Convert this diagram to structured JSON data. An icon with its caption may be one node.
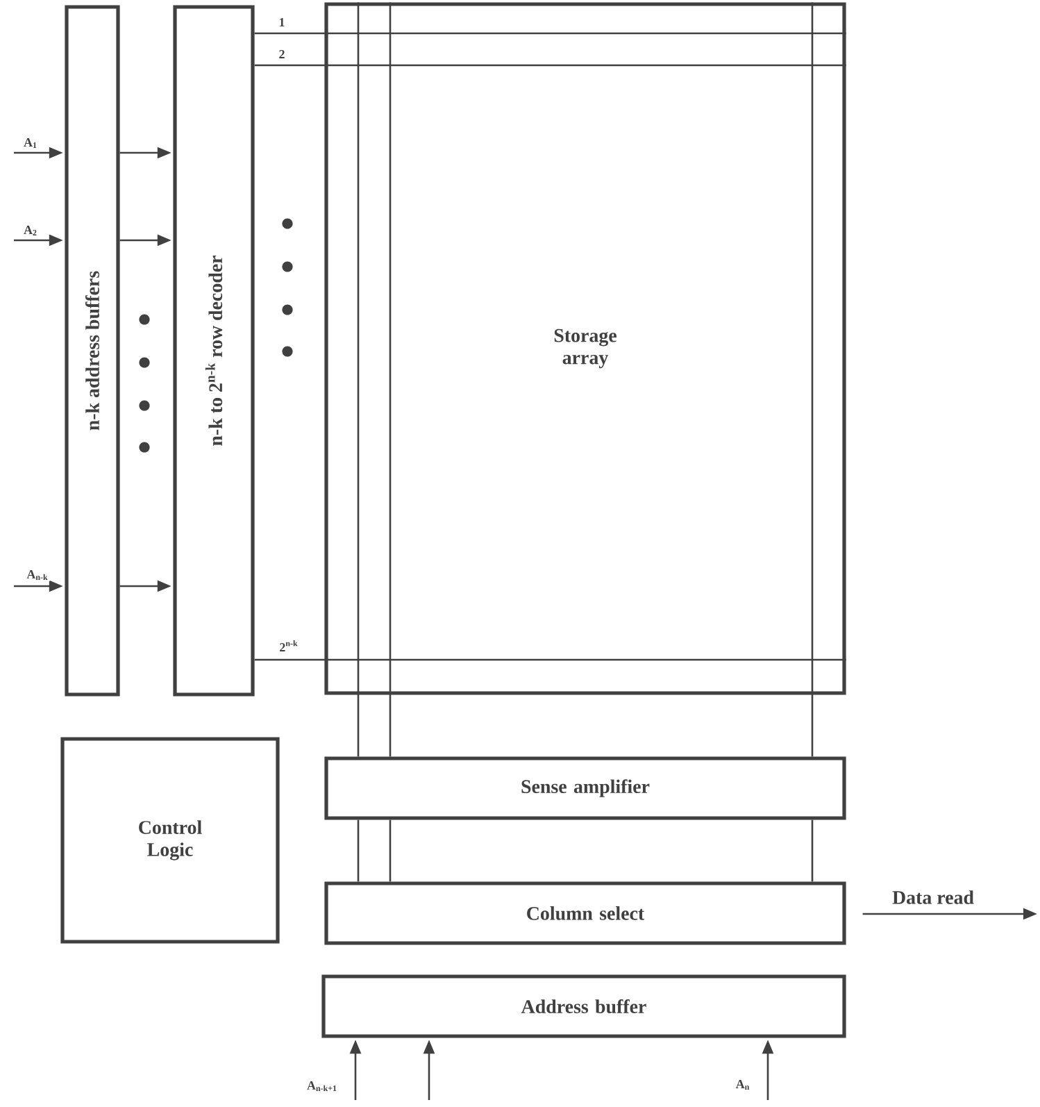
{
  "diagram": {
    "nodes": [
      {
        "text": [
          "n-k address buffers"
        ]
      },
      {
        "text": [
          "n-k to 2$^{n-k}$ row decoder"
        ]
      },
      {
        "text": [
          "Storage array"
        ]
      },
      {
        "text": [
          "Control Logic"
        ]
      },
      {
        "text": [
          "Sense amplifier"
        ]
      },
      {
        "text": [
          "Column select"
        ]
      },
      {
        "text": [
          "Address buffer"
        ]
      }
    ],
    "edges": [
      {
        "from": null,
        "to": 0,
        "arrow": "to",
        "label": "A$_{1}$"
      },
      {
        "from": null,
        "to": 0,
        "arrow": "to",
        "label": "A$_{2}$"
      },
      {
        "from": null,
        "to": 0,
        "arrow": "to",
        "label": "A$_{n-k}$"
      },
      {
        "from": 0,
        "to": 1,
        "arrow": "to"
      },
      {
        "from": 0,
        "to": 1,
        "arrow": "to"
      },
      {
        "from": 0,
        "to": 1,
        "arrow": "to"
      },
      {
        "from": 1,
        "to": 2,
        "arrow": "none",
        "label": "1"
      },
      {
        "from": 1,
        "to": 2,
        "arrow": "none",
        "label": "2"
      },
      {
        "from": 1,
        "to": 2,
        "arrow": "none",
        "label": "2$^{n-k}$"
      },
      {
        "from": 2,
        "to": 4,
        "arrow": "none"
      },
      {
        "from": 2,
        "to": 4,
        "arrow": "none"
      },
      {
        "from": 2,
        "to": 4,
        "arrow": "none"
      },
      {
        "from": 4,
        "to": 5,
        "arrow": "none"
      },
      {
        "from": 4,
        "to": 5,
        "arrow": "none"
      },
      {
        "from": 4,
        "to": 5,
        "arrow": "none"
      },
      {
        "from": 5,
        "to": null,
        "arrow": "to",
        "label": "Data read"
      },
      {
        "from": null,
        "to": 6,
        "arrow": "to",
        "label": "A$_{n-k+1}$"
      },
      {
        "from": null,
        "to": 6,
        "arrow": "to"
      },
      {
        "from": null,
        "to": 6,
        "arrow": "to",
        "label": "A$_{n}$"
      }
    ]
  }
}
